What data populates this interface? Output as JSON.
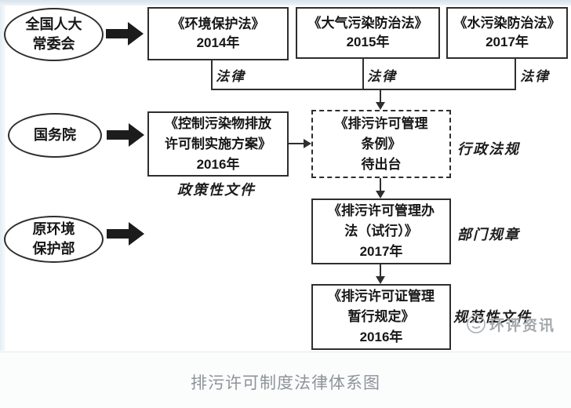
{
  "page": {
    "caption": "排污许可制度法律体系图"
  },
  "colors": {
    "diagram_line": "#2e2e2e",
    "caption_text": "#8d949a",
    "watermark_gray": "#a3a8ab",
    "background": "#ffffff"
  },
  "actors": {
    "npc": {
      "line1": "全国人大",
      "line2": "常委会"
    },
    "state_council": {
      "line1": "国务院"
    },
    "mep": {
      "line1": "原环境",
      "line2": "保护部"
    }
  },
  "documents": {
    "env_protection_law": {
      "line1": "《环境保护法》",
      "line2": "2014年"
    },
    "air_pollution_law": {
      "line1": "《大气污染防治法》",
      "line2": "2015年"
    },
    "water_pollution_law": {
      "line1": "《水污染防治法》",
      "line2": "2017年"
    },
    "control_plan": {
      "line1": "《控制污染物排放",
      "line2": "许可制实施方案》",
      "line3": "2016年"
    },
    "permit_regulation": {
      "line1": "《排污许可管理",
      "line2": "条例》",
      "line3": "待出台"
    },
    "permit_measures": {
      "line1": "《排污许可管理办",
      "line2": "法（试行）》",
      "line3": "2017年"
    },
    "interim_provisions": {
      "line1": "《排污许可证管理",
      "line2": "暂行规定》",
      "line3": "2016年"
    }
  },
  "category_labels": {
    "law1": "法律",
    "law2": "法律",
    "law3": "法律",
    "policy_document": "政策性文件",
    "administrative_regulation": "行政法规",
    "department_rule": "部门规章",
    "normative_document": "规范性文件"
  },
  "watermark": {
    "text": "环评资讯"
  }
}
